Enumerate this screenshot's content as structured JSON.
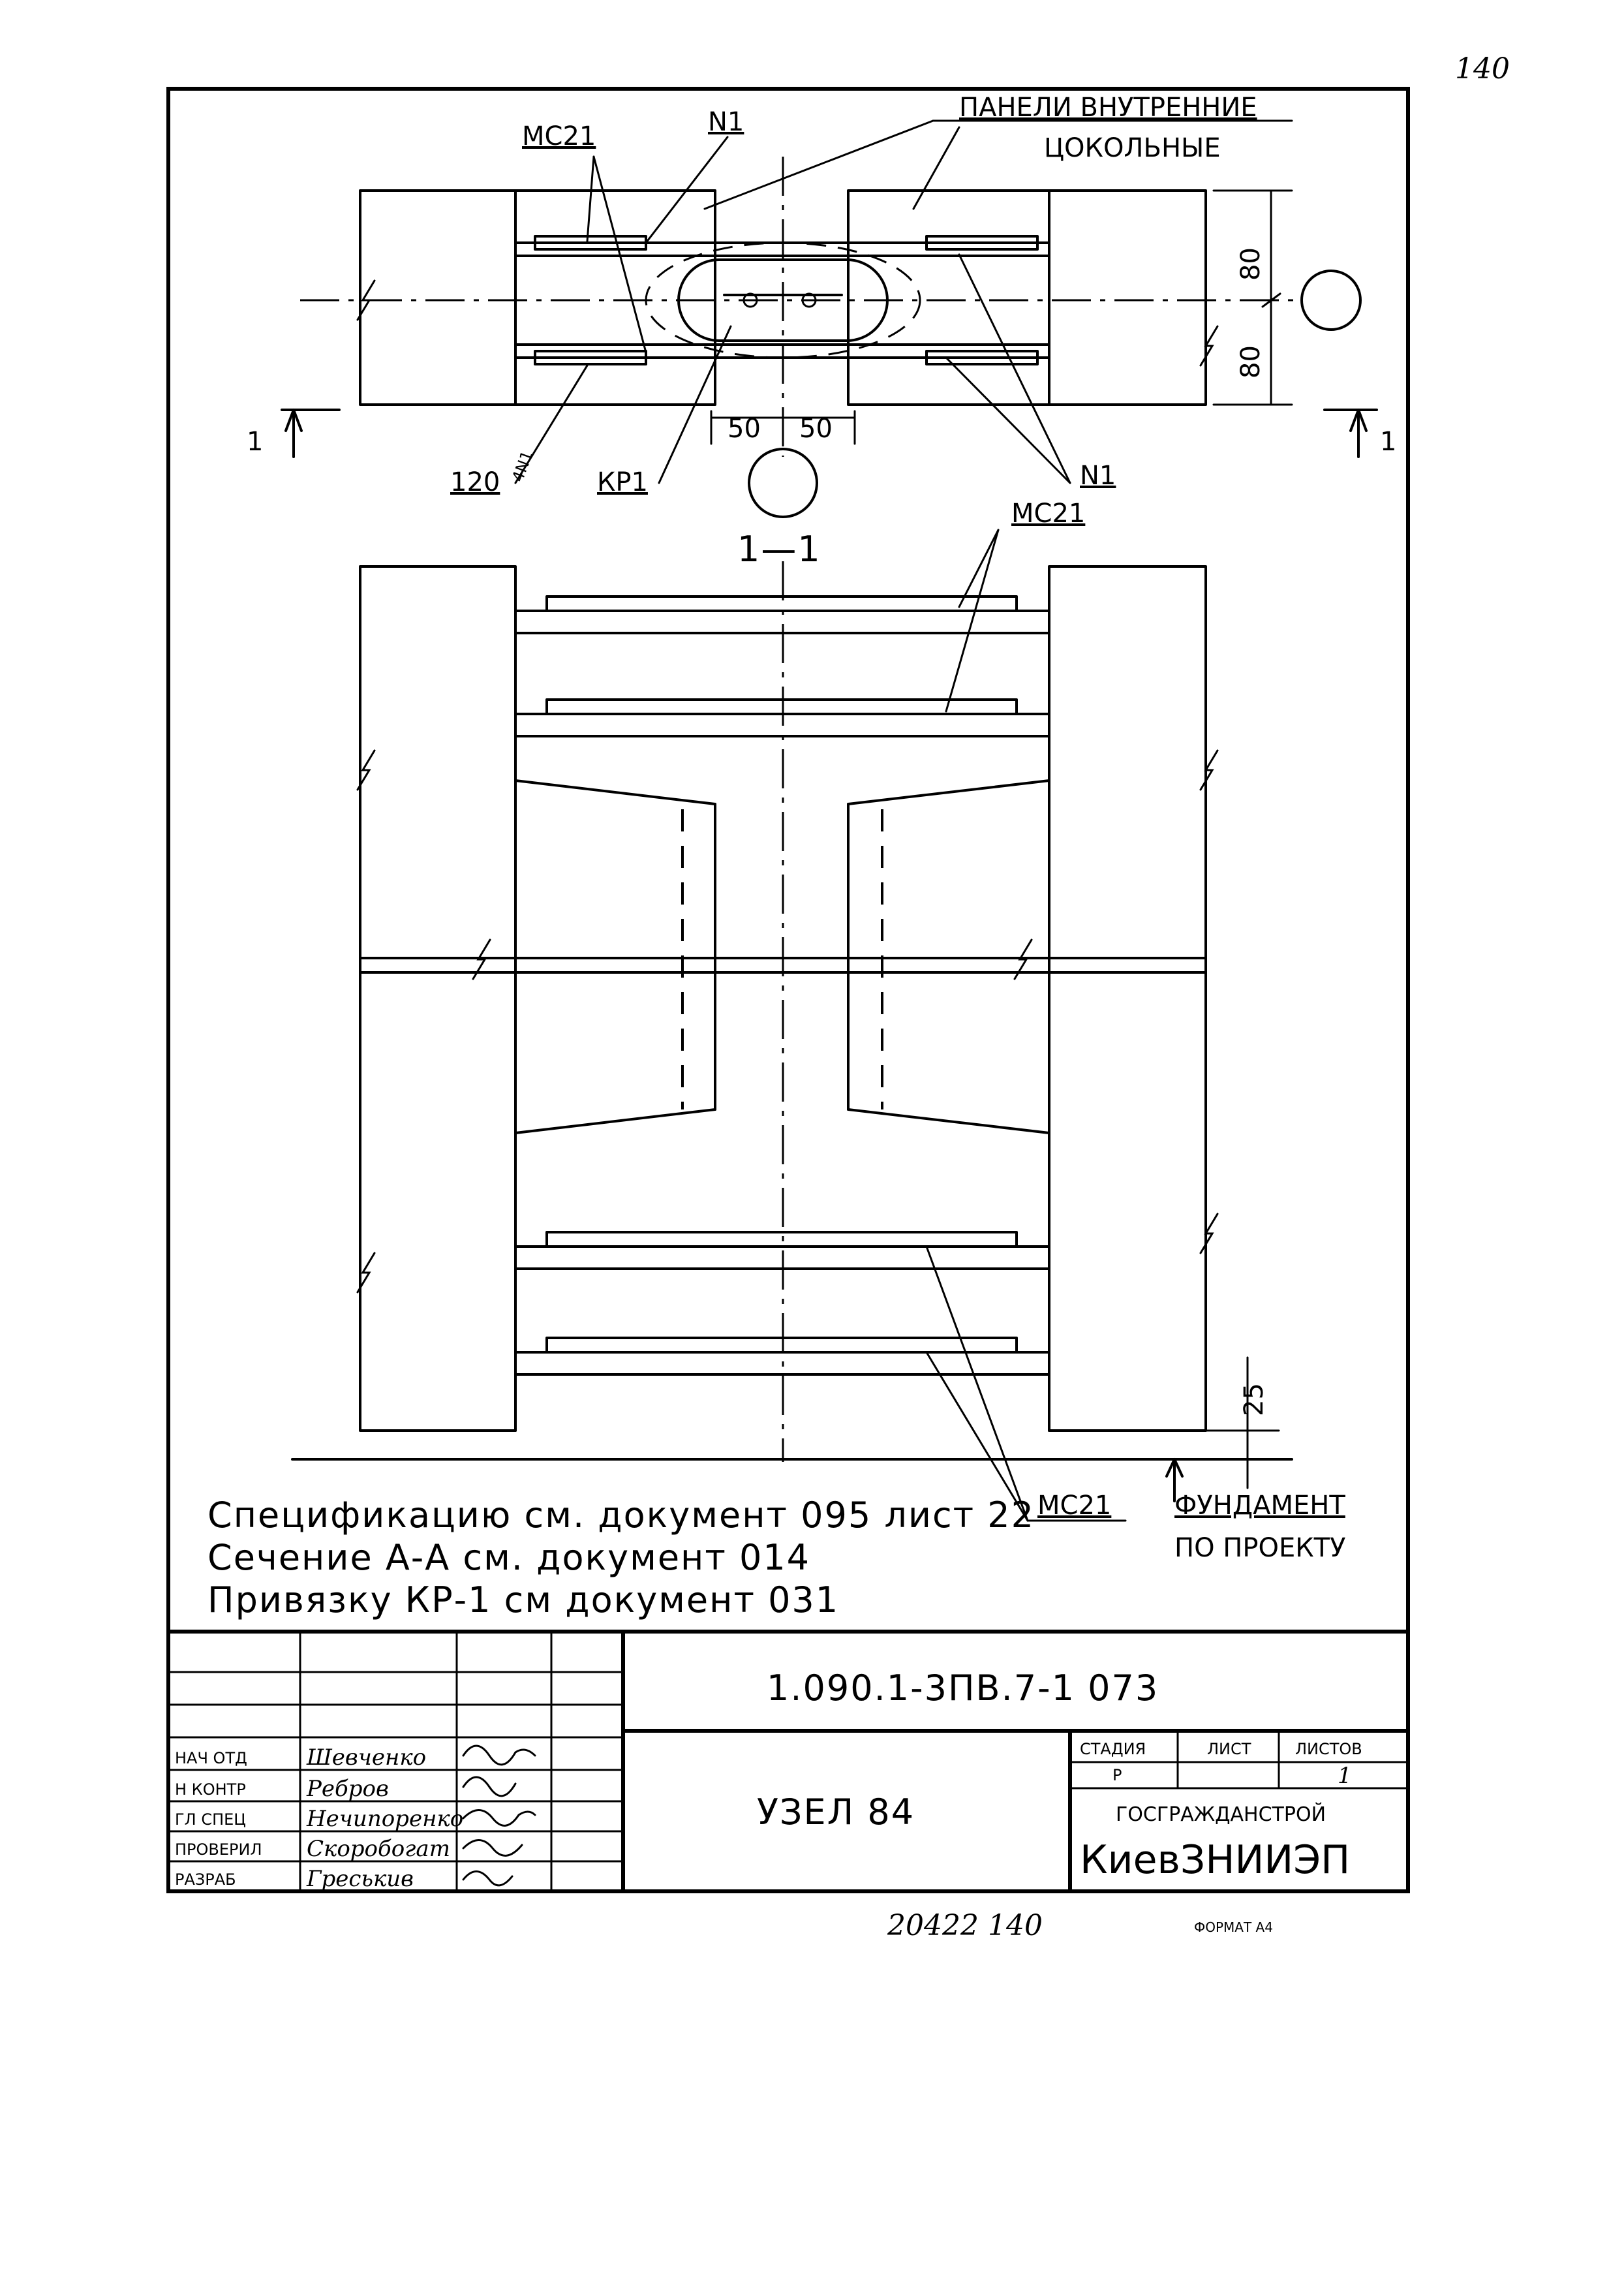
{
  "page_number_handwritten": "140",
  "plan": {
    "label_mc21": "МС21",
    "label_n1": "N1",
    "label_panels_line1": "ПАНЕЛИ ВНУТРЕННИЕ",
    "label_panels_line2": "ЦОКОЛЬНЫЕ",
    "dim_80_top": "80",
    "dim_80_bottom": "80",
    "dim_50_left": "50",
    "dim_50_right": "50",
    "label_120": "120",
    "label_4n1": "4N1",
    "label_kp1": "КР1",
    "label_n1_right": "N1",
    "cut_mark_left": "1",
    "cut_mark_right": "1"
  },
  "section": {
    "title": "1—1",
    "label_mc21_top": "МС21",
    "label_mc21_bottom": "МС21",
    "dim_25": "25",
    "foundation_line1": "ФУНДАМЕНТ",
    "foundation_line2": "ПО ПРОЕКТУ"
  },
  "notes": [
    "Спецификацию см. документ 095 лист 22",
    "Сечение А-А см. документ 014",
    "Привязку КР-1 см документ 031"
  ],
  "title_block": {
    "doc_code": "1.090.1-3ПВ.7-1   073",
    "node_title": "УЗЕЛ 84",
    "stage_header": "СТАДИЯ",
    "sheet_header": "ЛИСТ",
    "sheets_header": "ЛИСТОВ",
    "stage_value": "Р",
    "sheets_value": "1",
    "org_line1": "ГОСГРАЖДАНСТРОЙ",
    "org_line2": "КиевЗНИИЭП",
    "roles": [
      {
        "role": "НАЧ ОТД",
        "name": "Шевченко"
      },
      {
        "role": "Н КОНТР",
        "name": "Ребров"
      },
      {
        "role": "ГЛ СПЕЦ",
        "name": "Нечипоренко"
      },
      {
        "role": "ПРОВЕРИЛ",
        "name": "Скоробогат"
      },
      {
        "role": "РАЗРАБ",
        "name": "Греськив"
      }
    ]
  },
  "footer": {
    "inventory": "20422  140",
    "format": "ФОРМАТ А4"
  }
}
